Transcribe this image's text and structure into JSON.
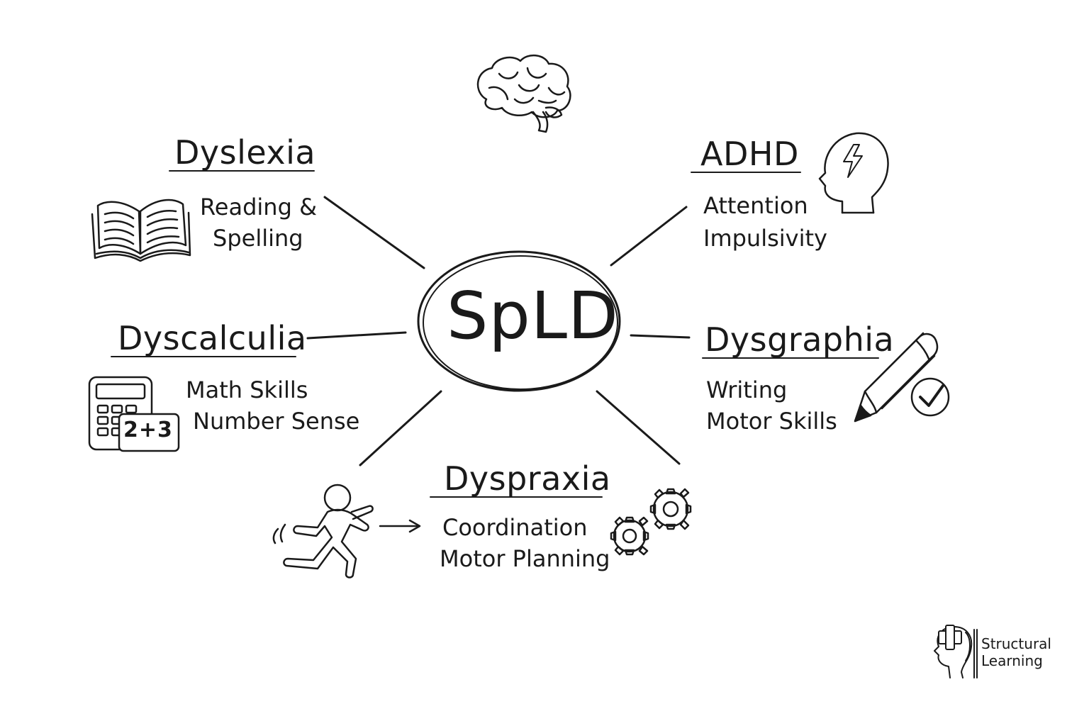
{
  "center": {
    "label": "SpLD"
  },
  "nodes": {
    "dyslexia": {
      "title": "Dyslexia",
      "lines": [
        "Reading &",
        "Spelling"
      ]
    },
    "adhd": {
      "title": "ADHD",
      "lines": [
        "Attention",
        "Impulsivity"
      ]
    },
    "dyscalculia": {
      "title": "Dyscalculia",
      "lines": [
        "Math Skills",
        "Number Sense"
      ]
    },
    "dysgraphia": {
      "title": "Dysgraphia",
      "lines": [
        "Writing",
        "Motor Skills"
      ]
    },
    "dyspraxia": {
      "title": "Dyspraxia",
      "lines": [
        "Coordination",
        "Motor Planning"
      ]
    }
  },
  "calculator": {
    "display": "2+3"
  },
  "logo": {
    "line1": "Structural",
    "line2": "Learning"
  },
  "icons": {
    "top": "brain-icon",
    "dyslexia": "open-book-icon",
    "adhd": "head-lightning-icon",
    "dyscalculia": "calculator-icon",
    "dysgraphia": "pencil-check-icon",
    "dyspraxia": "running-person-gears-icon"
  },
  "colors": {
    "ink": "#1a1a1a",
    "background": "#ffffff"
  }
}
